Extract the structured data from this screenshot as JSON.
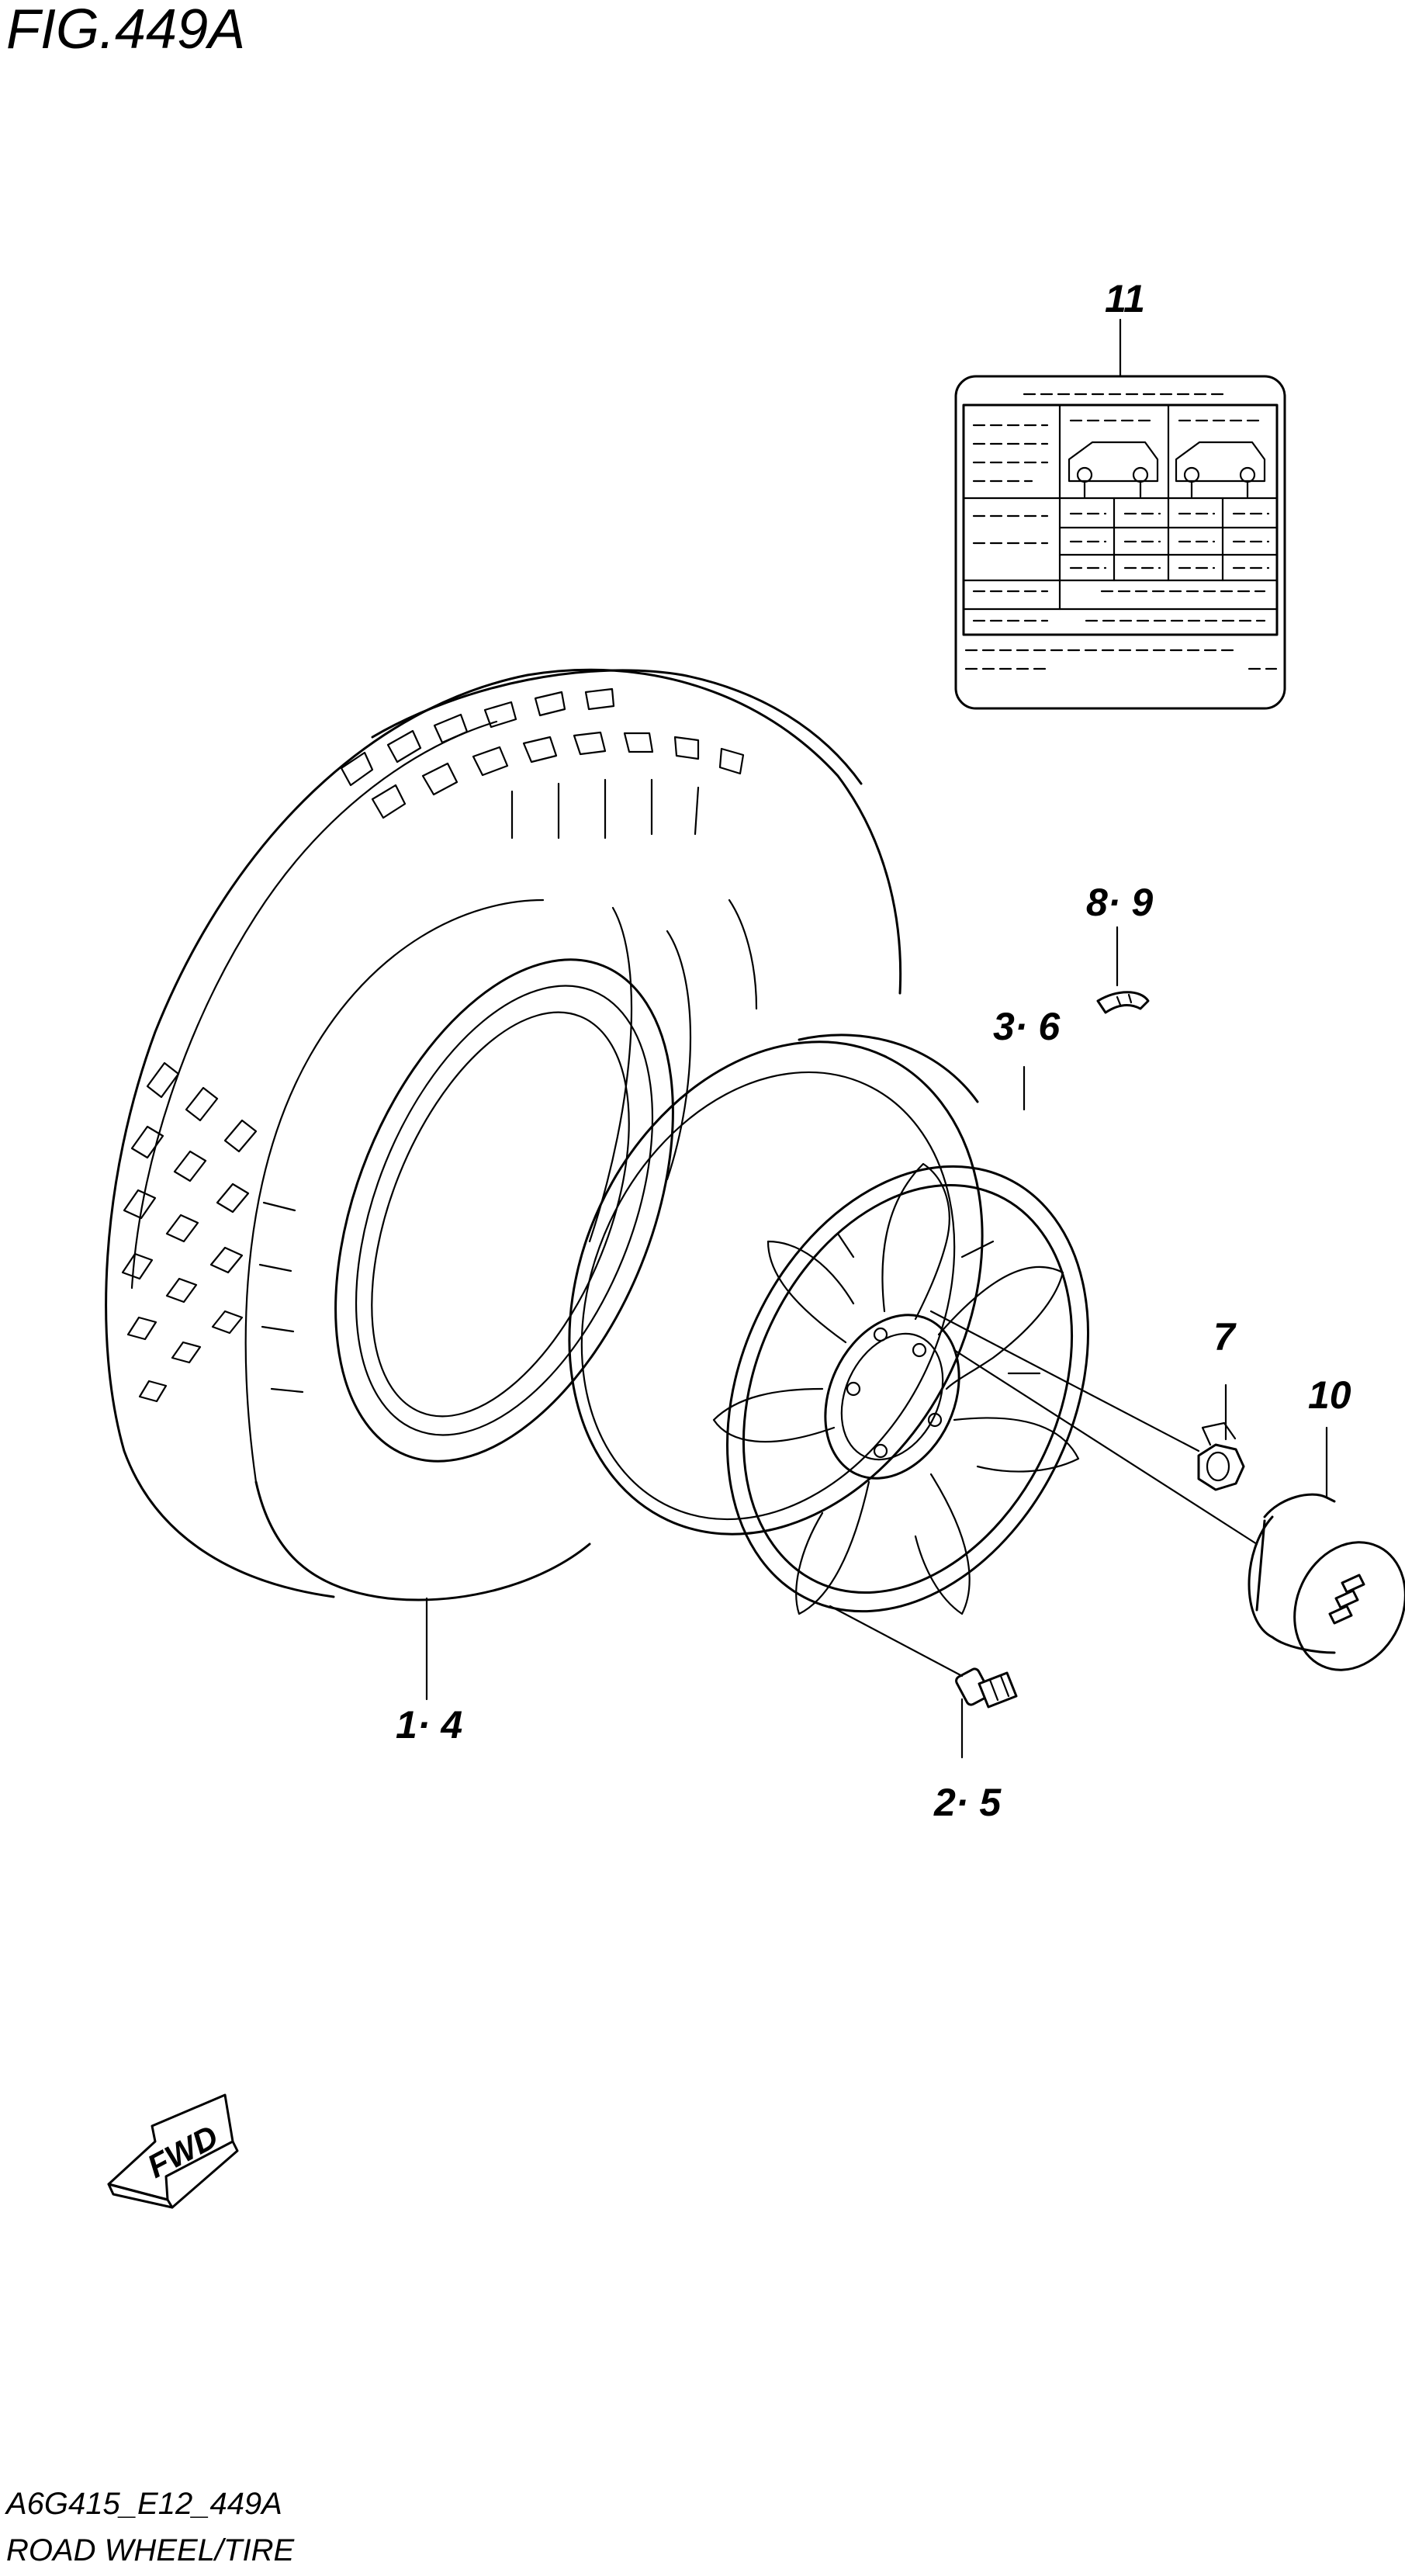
{
  "figure": {
    "title": "FIG.449A",
    "code": "A6G415_E12_449A",
    "caption": "ROAD WHEEL/TIRE"
  },
  "callouts": [
    {
      "id": "tire",
      "text": "1· 4"
    },
    {
      "id": "valve",
      "text": "2· 5"
    },
    {
      "id": "wheel",
      "text": "3· 6"
    },
    {
      "id": "nut",
      "text": "7"
    },
    {
      "id": "weight",
      "text": "8· 9"
    },
    {
      "id": "cap",
      "text": "10"
    },
    {
      "id": "label",
      "text": "11"
    }
  ],
  "fwd_arrow": {
    "text": "FWD"
  },
  "icons": [
    "tire-icon",
    "wheel-rim-icon",
    "valve-icon",
    "wheel-nut-icon",
    "balance-weight-icon",
    "center-cap-icon",
    "tire-pressure-label-icon",
    "fwd-arrow-icon"
  ]
}
